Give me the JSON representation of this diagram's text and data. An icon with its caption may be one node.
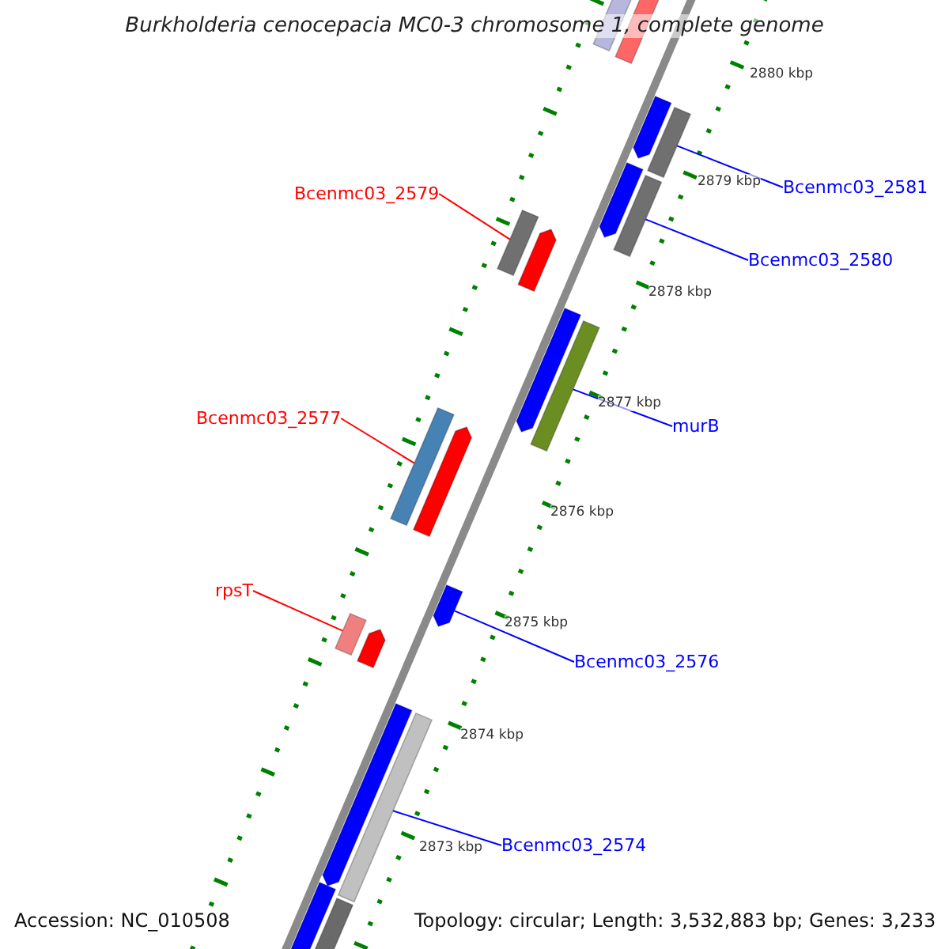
{
  "diagram": {
    "title": "Burkholderia cenocepacia MC0-3 chromosome 1, complete genome",
    "nodes": [
      {
        "text": [
          "Bcenmc03_2581"
        ]
      },
      {
        "text": [
          "Bcenmc03_2579"
        ]
      },
      {
        "text": [
          "Bcenmc03_2580"
        ]
      },
      {
        "text": [
          "Bcenmc03_2577"
        ]
      },
      {
        "text": [
          "murB"
        ]
      },
      {
        "text": [
          "rpsT"
        ]
      },
      {
        "text": [
          "Bcenmc03_2576"
        ]
      },
      {
        "text": [
          "Bcenmc03_2574"
        ]
      },
      {
        "text": [],
        "shape": "bar"
      },
      {
        "text": [],
        "shape": "arrow"
      },
      {
        "text": [],
        "shape": "arrow"
      },
      {
        "text": [],
        "shape": "bar"
      },
      {
        "text": [],
        "shape": "arrow"
      },
      {
        "text": [],
        "shape": "bar"
      },
      {
        "text": [],
        "shape": "bar"
      },
      {
        "text": [],
        "shape": "arrow"
      },
      {
        "text": [],
        "shape": "arrow"
      },
      {
        "text": [],
        "shape": "bar"
      },
      {
        "text": [],
        "shape": "bar"
      },
      {
        "text": [],
        "shape": "arrow"
      },
      {
        "text": [],
        "shape": "arrow"
      },
      {
        "text": [],
        "shape": "bar"
      },
      {
        "text": [],
        "shape": "arrow"
      },
      {
        "text": [],
        "shape": "arrow"
      },
      {
        "text": [],
        "shape": "bar"
      },
      {
        "text": [],
        "shape": "arrow"
      },
      {
        "text": [],
        "shape": "bar"
      }
    ],
    "edges": [
      {
        "from": 0,
        "to": 11,
        "arrow": "none"
      },
      {
        "from": 1,
        "to": 14,
        "arrow": "none",
        "color": "#ff0000"
      },
      {
        "from": 2,
        "to": 13,
        "arrow": "none"
      },
      {
        "from": 3,
        "to": 18,
        "arrow": "none",
        "color": "#ff0000"
      },
      {
        "from": 4,
        "to": 17,
        "arrow": "none"
      },
      {
        "from": 5,
        "to": 21,
        "arrow": "none",
        "color": "#ff0000"
      },
      {
        "from": 6,
        "to": 20,
        "arrow": "none"
      },
      {
        "from": 7,
        "to": 24,
        "arrow": "none"
      }
    ],
    "labels": [
      "2880 kbp",
      "2879 kbp",
      "2878 kbp",
      "2877 kbp",
      "2876 kbp",
      "2875 kbp",
      "2874 kbp",
      "2873 kbp",
      "Accession: NC_010508",
      "Topology: circular; Length: 3,532,883 bp; Genes: 3,233"
    ]
  }
}
